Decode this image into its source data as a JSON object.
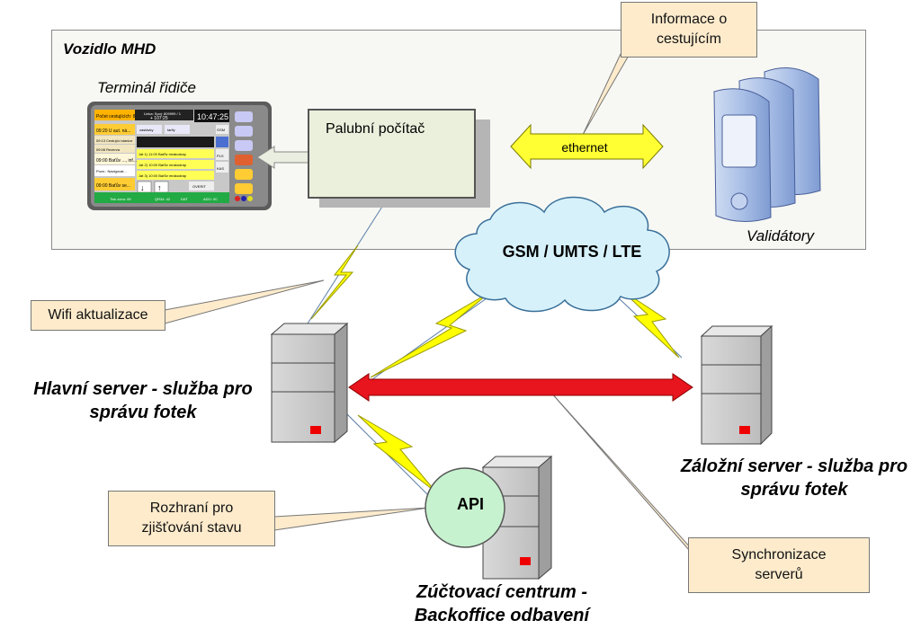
{
  "vehicle": {
    "title": "Vozidlo MHD"
  },
  "terminal": {
    "title": "Terminál řidiče",
    "screen": {
      "header_left": "Počet cestujících: 8",
      "header_mid1": "Linka: Spoj: 809999 / 1",
      "header_mid2": "+ 107:25",
      "clock": "10:47:25",
      "rows": [
        "09:20  U aut. ná...",
        "09:13  Cestující stanice",
        "09:08  Rezerva",
        "09:00  Baťův ..., inf...",
        "Pozn.: Navigovat...",
        "09:00  Baťův se..."
      ],
      "mid_list": [
        "Jat 1) 11:00 Baťův mrakodrap",
        "Jat 2) 10:00 Baťův mrakodrap",
        "Jat 3) 10:00 Baťův mrakodrap"
      ],
      "side_buttons": [
        "GSM",
        "PLS",
        "KAS"
      ],
      "bottom_bar": [
        "Tisk zónu: 69",
        "QR34: 42",
        "DAT",
        "ADO: 0C"
      ],
      "mid_buttons": [
        "zastávky",
        "tarify"
      ],
      "footer_btn": "OVERIT"
    }
  },
  "computer": {
    "label": "Palubní počítač"
  },
  "ethernet": {
    "label": "ethernet"
  },
  "validators": {
    "title": "Validátory"
  },
  "cloud": {
    "label": "GSM / UMTS / LTE"
  },
  "callouts": {
    "info": "Informace o cestujícím",
    "wifi": "Wifi aktualizace",
    "interface": "Rozhraní pro zjišťování stavu",
    "sync": "Synchronizace serverů"
  },
  "servers": {
    "main": "Hlavní server - služba pro správu fotek",
    "backup": "Záložní server - služba pro správu fotek",
    "clearing": "Zúčtovací centrum - Backoffice odbavení"
  },
  "api": {
    "label": "API"
  },
  "colors": {
    "callout_fill": "#fdebcc",
    "arrow_red": "#e8141e",
    "ethernet_yellow": "#ffff33",
    "cloud_fill": "#d6f1fa",
    "api_fill": "#c7f2cf",
    "lightning": "#ffff00"
  }
}
